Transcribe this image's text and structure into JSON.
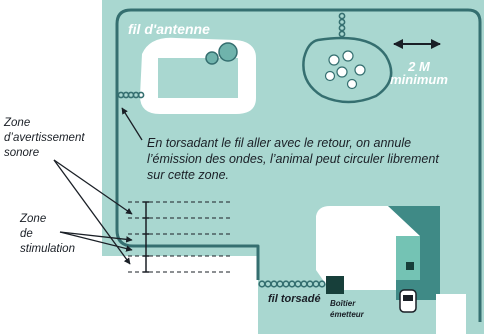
{
  "labels": {
    "antenna_wire": "fil d'antenne",
    "distance_value": "2 M",
    "distance_caption": "minimum",
    "twisted_explanation_line1": "En torsadant le fil aller avec le retour, on annule",
    "twisted_explanation_line2": "l’émission des ondes, l’animal peut circuler librement",
    "twisted_explanation_line3": "sur cette zone.",
    "warning_zone_line1": "Zone",
    "warning_zone_line2": "d’avertissement",
    "warning_zone_line3": "sonore",
    "stimulation_zone_line1": "Zone",
    "stimulation_zone_line2": "de",
    "stimulation_zone_line3": "stimulation",
    "twisted_wire": "fil torsadé",
    "transmitter_line1": "Boîtier",
    "transmitter_line2": "émetteur"
  },
  "colors": {
    "lawn": "#a9d7d0",
    "wire": "#356f70",
    "house": "#ffffff",
    "garage_wall": "#3f8a86",
    "garage_floor": "#74c3b4",
    "transmitter": "#173f3a",
    "text_dark": "#1a1f26"
  }
}
